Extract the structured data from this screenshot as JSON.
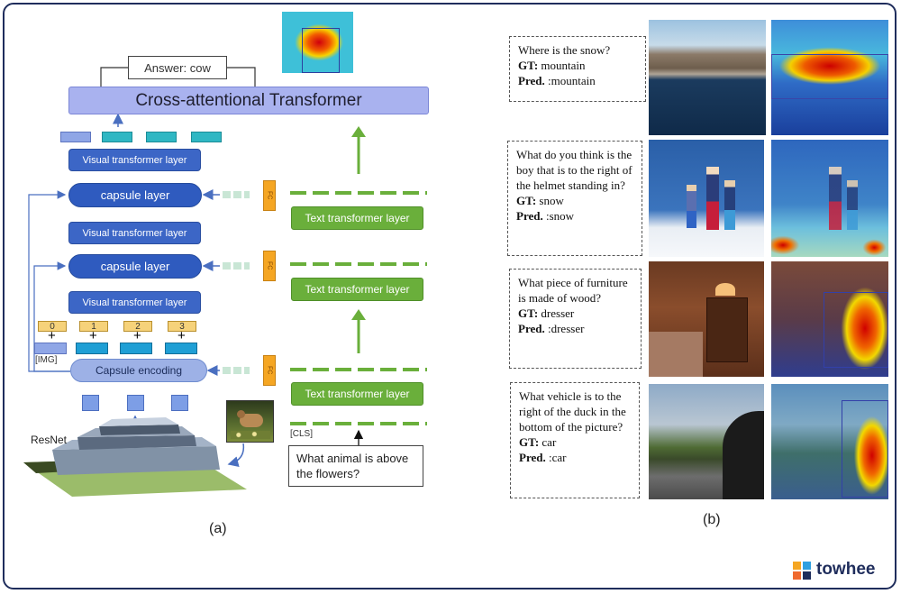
{
  "left": {
    "answer_label": "Answer: cow",
    "cross_transformer": "Cross-attentional Transformer",
    "visual_layers": [
      "Visual transformer  layer",
      "Visual transformer  layer",
      "Visual transformer  layer"
    ],
    "capsule_layers": [
      "capsule layer",
      "capsule layer"
    ],
    "capsule_encoding": "Capsule encoding",
    "fc_label": "FC",
    "text_layers": [
      "Text transformer layer",
      "Text transformer layer",
      "Text transformer layer"
    ],
    "position_indices": [
      "0",
      "1",
      "2",
      "3"
    ],
    "plus": "+",
    "img_token": "[IMG]",
    "cls_token": "[CLS]",
    "resnet": "ResNet",
    "question": "What animal is above the flowers?",
    "panel_label": "(a)"
  },
  "right": {
    "panel_label": "(b)",
    "examples": [
      {
        "question": "Where is the snow?",
        "gt_label": "GT:",
        "gt": "mountain",
        "pred_label": "Pred.",
        "pred": ":mountain"
      },
      {
        "question": "What do you think is the boy that is to the right of the helmet standing in?",
        "gt_label": "GT:",
        "gt": "snow",
        "pred_label": "Pred.",
        "pred": ":snow"
      },
      {
        "question": "What piece of furniture is made of wood?",
        "gt_label": "GT:",
        "gt": "dresser",
        "pred_label": "Pred.",
        "pred": ":dresser"
      },
      {
        "question": "What vehicle is to the right of the duck in the bottom of the picture?",
        "gt_label": "GT:",
        "gt": "car",
        "pred_label": "Pred.",
        "pred": ":car"
      }
    ]
  },
  "logo": {
    "text": "towhee"
  },
  "colors": {
    "frame": "#1f2d5c",
    "capsule": "#2f5bbf",
    "text_layer": "#6aaf3b",
    "fc": "#f5a623",
    "transformer": "#a9b2ef"
  }
}
